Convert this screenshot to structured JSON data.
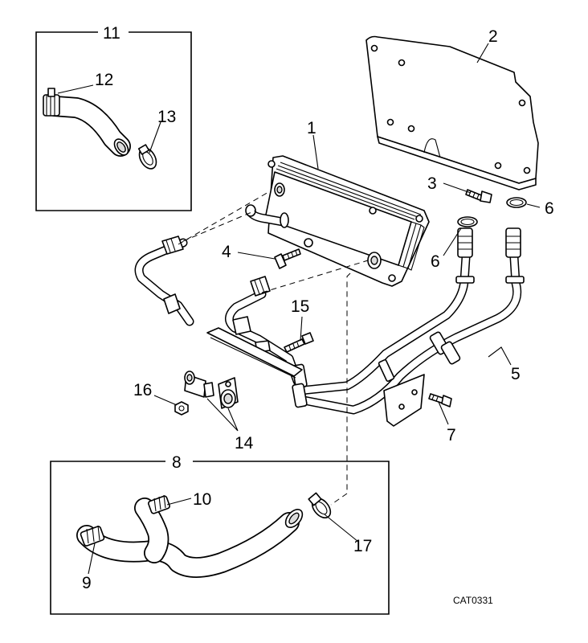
{
  "callouts": {
    "c1": "1",
    "c2": "2",
    "c3": "3",
    "c4": "4",
    "c5": "5",
    "c6a": "6",
    "c6b": "6",
    "c7": "7",
    "c8": "8",
    "c9": "9",
    "c10": "10",
    "c11": "11",
    "c12": "12",
    "c13": "13",
    "c14": "14",
    "c15": "15",
    "c16": "16",
    "c17": "17"
  },
  "drawing_code": "CAT0331"
}
